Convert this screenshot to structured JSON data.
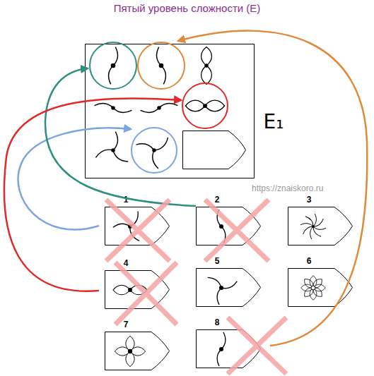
{
  "diagram": {
    "title": "Пятый уровень сложности (Е)",
    "nodes": [
      {
        "text": [
          "E₁"
        ]
      },
      {
        "text": [
          "1"
        ]
      },
      {
        "text": [
          "2"
        ]
      },
      {
        "text": [
          "3"
        ]
      },
      {
        "text": [
          "4"
        ]
      },
      {
        "text": [
          "5"
        ]
      },
      {
        "text": [
          "6"
        ]
      },
      {
        "text": [
          "7"
        ]
      },
      {
        "text": [
          "8"
        ]
      }
    ],
    "labels": [
      "https://znaiskoro.ru"
    ]
  }
}
